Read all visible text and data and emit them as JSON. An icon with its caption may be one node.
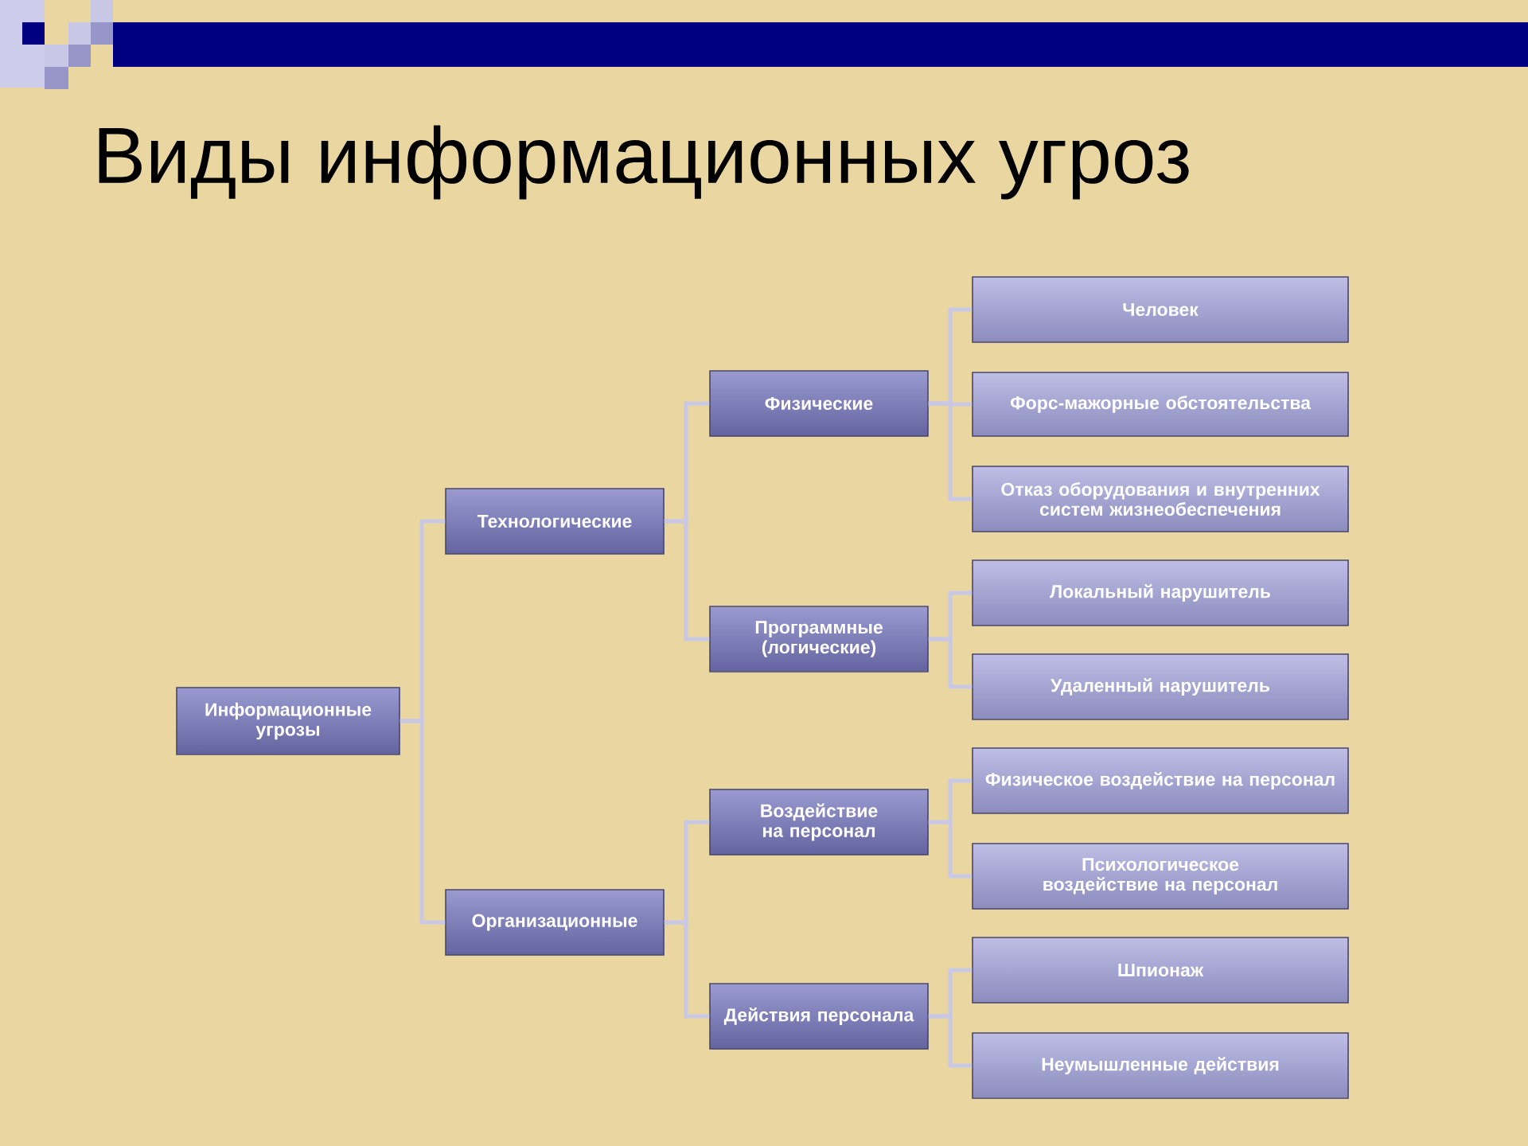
{
  "diagram": {
    "title": "Виды информационных угроз",
    "nodes": [
      {
        "text": [
          "Информационные угрозы"
        ]
      },
      {
        "text": [
          "Технологические"
        ]
      },
      {
        "text": [
          "Организационные"
        ]
      },
      {
        "text": [
          "Физические"
        ]
      },
      {
        "text": [
          "Программные (логические)"
        ]
      },
      {
        "text": [
          "Воздействие на персонал"
        ]
      },
      {
        "text": [
          "Действия персонала"
        ]
      },
      {
        "text": [
          "Человек"
        ]
      },
      {
        "text": [
          "Форс-мажорные обстоятельства"
        ]
      },
      {
        "text": [
          "Отказ оборудования и внутренних систем жизнеобеспечения"
        ]
      },
      {
        "text": [
          "Локальный нарушитель"
        ]
      },
      {
        "text": [
          "Удаленный нарушитель"
        ]
      },
      {
        "text": [
          "Физическое воздействие на персонал"
        ]
      },
      {
        "text": [
          "Психологическое воздействие на персонал"
        ]
      },
      {
        "text": [
          "Шпионаж"
        ]
      },
      {
        "text": [
          "Неумышленные действия"
        ]
      }
    ],
    "edges": [
      {
        "from": 0,
        "to": 1,
        "arrow": "none"
      },
      {
        "from": 0,
        "to": 2,
        "arrow": "none"
      },
      {
        "from": 1,
        "to": 3,
        "arrow": "none"
      },
      {
        "from": 1,
        "to": 4,
        "arrow": "none"
      },
      {
        "from": 2,
        "to": 5,
        "arrow": "none"
      },
      {
        "from": 2,
        "to": 6,
        "arrow": "none"
      },
      {
        "from": 3,
        "to": 7,
        "arrow": "none"
      },
      {
        "from": 3,
        "to": 8,
        "arrow": "none"
      },
      {
        "from": 3,
        "to": 9,
        "arrow": "none"
      },
      {
        "from": 4,
        "to": 10,
        "arrow": "none"
      },
      {
        "from": 4,
        "to": 11,
        "arrow": "none"
      },
      {
        "from": 5,
        "to": 12,
        "arrow": "none"
      },
      {
        "from": 5,
        "to": 13,
        "arrow": "none"
      },
      {
        "from": 6,
        "to": 14,
        "arrow": "none"
      },
      {
        "from": 6,
        "to": 15,
        "arrow": "none"
      }
    ]
  }
}
